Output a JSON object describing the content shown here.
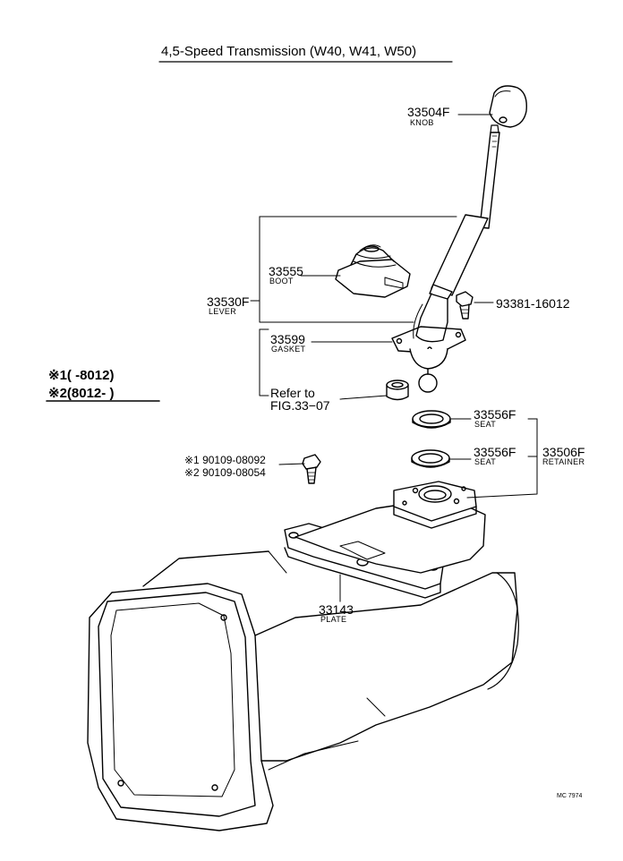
{
  "title": "4,5-Speed Transmission (W40, W41, W50)",
  "legend": {
    "line1": "※1(     -8012)",
    "line2": "※2(8012-        )"
  },
  "parts": {
    "knob": {
      "number": "33504F",
      "name": "KNOB"
    },
    "boot": {
      "number": "33555",
      "name": "BOOT"
    },
    "lever": {
      "number": "33530F",
      "name": "LEVER"
    },
    "bolt": {
      "number": "93381-16012"
    },
    "gasket": {
      "number": "33599",
      "name": "GASKET"
    },
    "refer_line1": "Refer to",
    "refer_line2": "FIG.33−07",
    "seat_upper": {
      "number": "33556F",
      "name": "SEAT"
    },
    "seat_lower": {
      "number": "33556F",
      "name": "SEAT"
    },
    "retainer": {
      "number": "33506F",
      "name": "RETAINER"
    },
    "screw1": "※1 90109-08092",
    "screw2": "※2 90109-08054",
    "plate": {
      "number": "33143",
      "name": "PLATE"
    }
  },
  "figure_code": "MC 7974"
}
